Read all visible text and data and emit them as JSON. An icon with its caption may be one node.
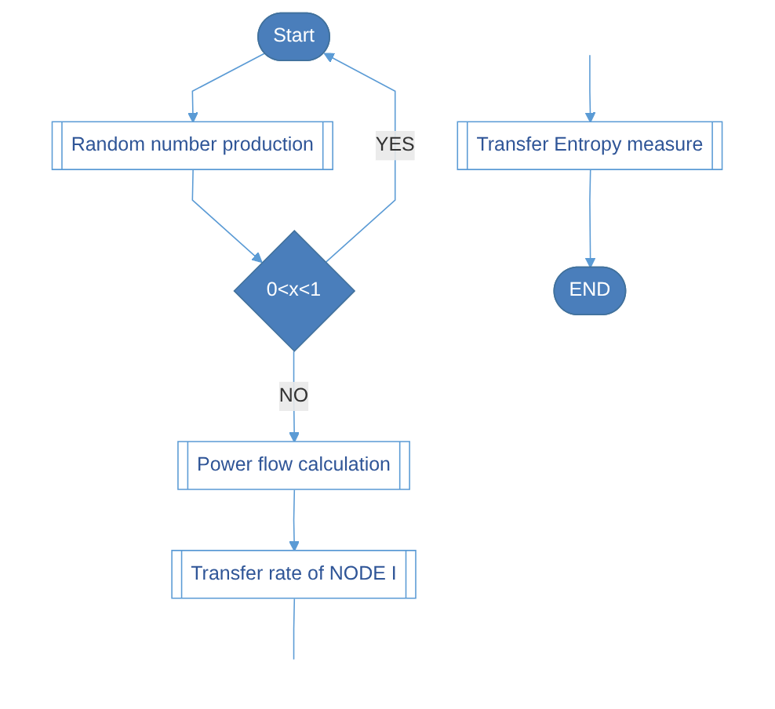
{
  "diagram": {
    "nodes": [
      {
        "text": [
          "Start"
        ]
      },
      {
        "text": [
          "Random number production"
        ]
      },
      {
        "text": [
          "0<x<1"
        ]
      },
      {
        "text": [
          "Power flow calculation"
        ]
      },
      {
        "text": [
          "Transfer rate of NODE I"
        ]
      },
      {
        "text": [
          "Transfer Entropy measure"
        ]
      },
      {
        "text": [
          "END"
        ]
      }
    ],
    "edges": [
      {
        "from": 0,
        "to": 1,
        "arrow": "to"
      },
      {
        "from": 1,
        "to": 2,
        "arrow": "to"
      },
      {
        "from": 2,
        "to": 0,
        "arrow": "to",
        "label": "YES"
      },
      {
        "from": 2,
        "to": 3,
        "arrow": "to",
        "label": "NO"
      },
      {
        "from": 3,
        "to": 4,
        "arrow": "to"
      },
      {
        "from": 4,
        "to": null,
        "arrow": "none"
      },
      {
        "from": null,
        "to": 5,
        "arrow": "to"
      },
      {
        "from": 5,
        "to": 6,
        "arrow": "to"
      }
    ]
  }
}
